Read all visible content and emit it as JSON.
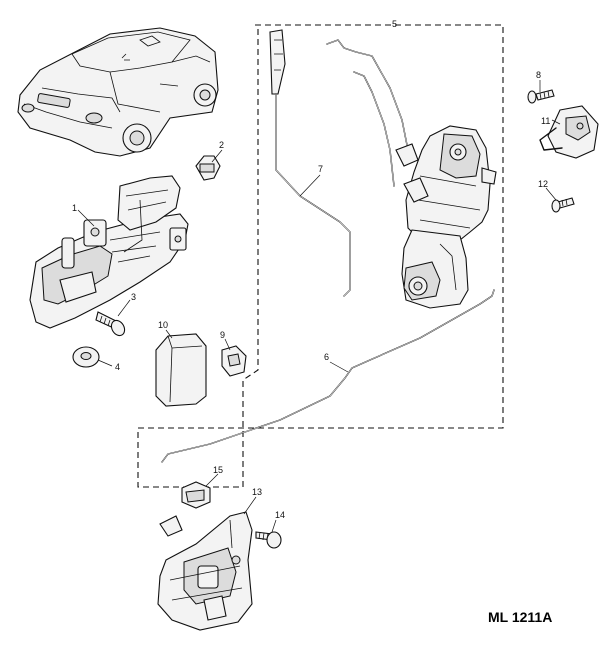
{
  "diagram": {
    "reference_code": "ML 1211A",
    "callouts": [
      {
        "id": "callout-1",
        "label": "1"
      },
      {
        "id": "callout-2",
        "label": "2"
      },
      {
        "id": "callout-3",
        "label": "3"
      },
      {
        "id": "callout-4",
        "label": "4"
      },
      {
        "id": "callout-5",
        "label": "5"
      },
      {
        "id": "callout-6",
        "label": "6"
      },
      {
        "id": "callout-7",
        "label": "7"
      },
      {
        "id": "callout-8",
        "label": "8"
      },
      {
        "id": "callout-9",
        "label": "9"
      },
      {
        "id": "callout-10",
        "label": "10"
      },
      {
        "id": "callout-11",
        "label": "11"
      },
      {
        "id": "callout-12",
        "label": "12"
      },
      {
        "id": "callout-13",
        "label": "13"
      },
      {
        "id": "callout-14",
        "label": "14"
      },
      {
        "id": "callout-15",
        "label": "15"
      }
    ]
  }
}
